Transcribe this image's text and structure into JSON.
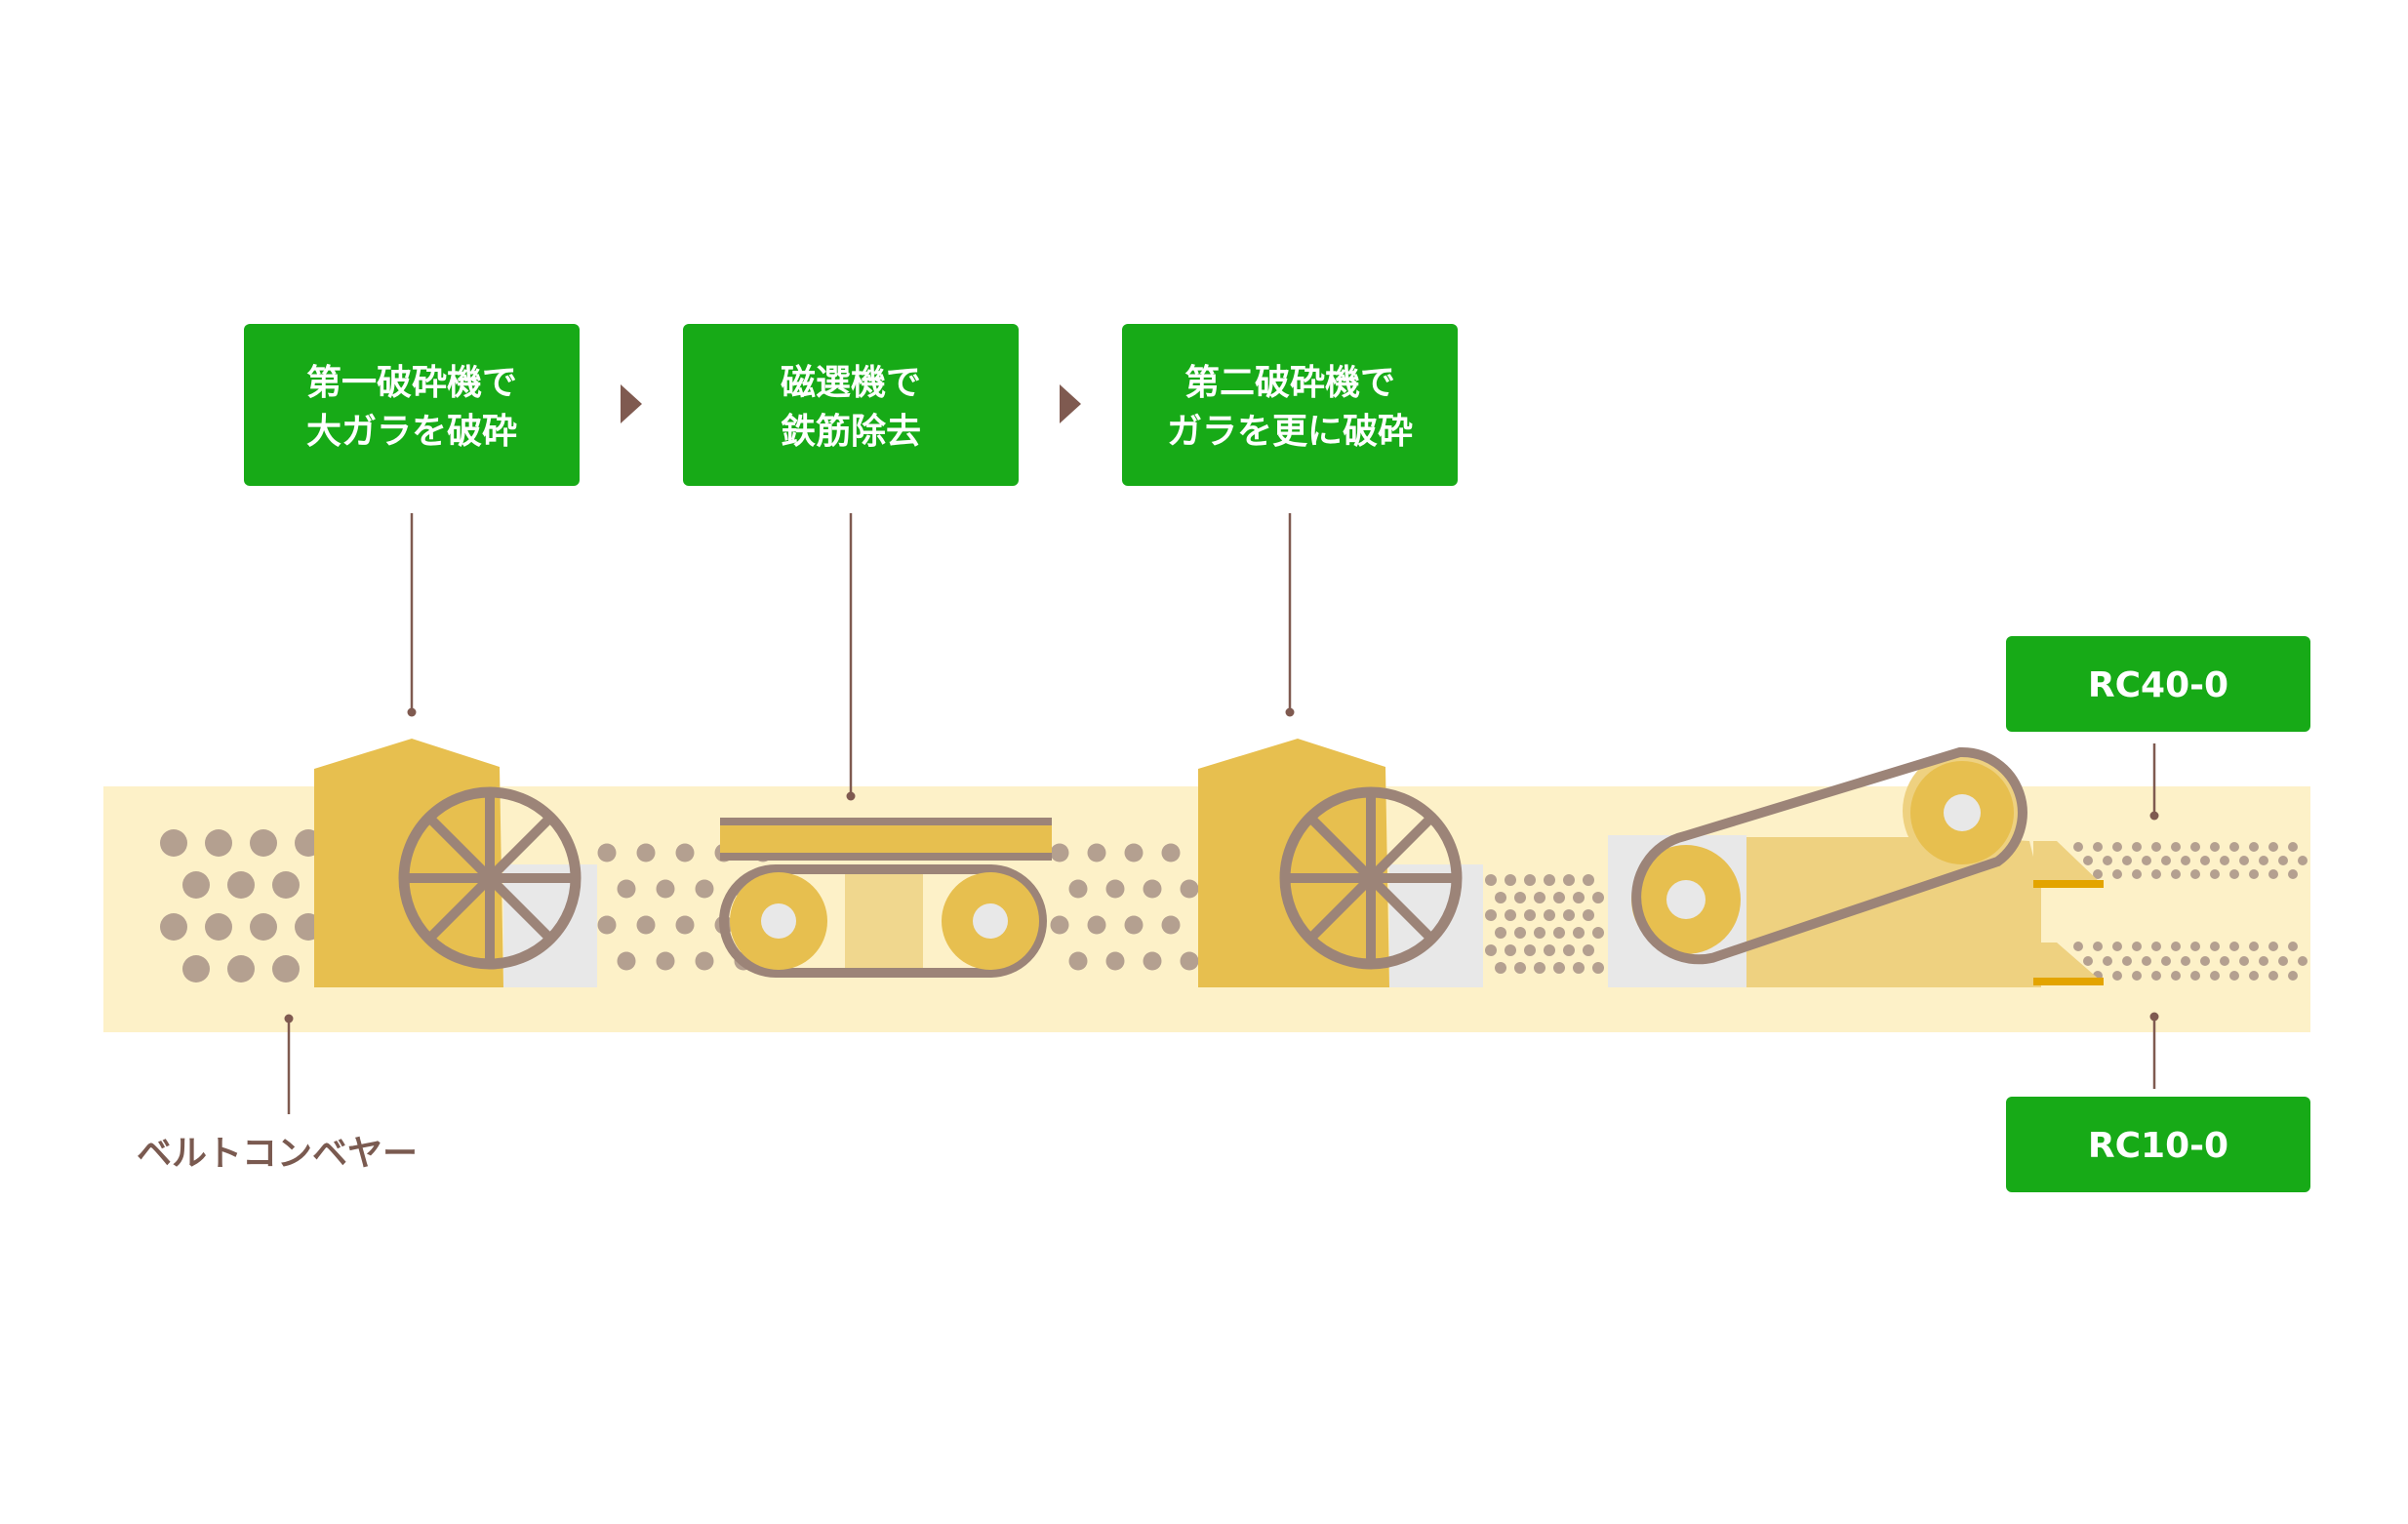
{
  "colors": {
    "accent_green": "#17aa17",
    "belt": "#fdf1c8",
    "machine_gold": "#e7bf4f",
    "machine_light": "#eed180",
    "aggregate": "#b4a090",
    "mechanism_brown": "#9c8478",
    "leader": "#7f5a50",
    "caption": "#7a5a50",
    "panel_gray": "#e8e8e8"
  },
  "steps": [
    {
      "line1": "第一破砕機で",
      "line2": "大ガラを破砕"
    },
    {
      "line1": "磁選機で",
      "line2": "鉄筋除去"
    },
    {
      "line1": "第二破砕機で",
      "line2": "ガラを更に破砕"
    }
  ],
  "step_arrow_icon": "triangle-right-icon",
  "outputs": {
    "coarse": "RC40-0",
    "fine": "RC10-0"
  },
  "belt_label": "ベルトコンベヤー"
}
